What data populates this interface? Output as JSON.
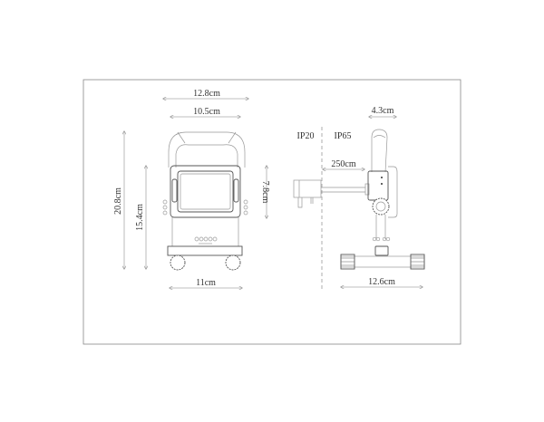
{
  "front_view": {
    "width_handle": "12.8cm",
    "width_body": "10.5cm",
    "height_total": "20.8cm",
    "height_body": "15.4cm",
    "height_panel": "7.8cm",
    "width_base": "11cm"
  },
  "side_view": {
    "zone_left": "IP20",
    "zone_right": "IP65",
    "depth": "4.3cm",
    "cable_length": "250cm",
    "base_width": "12.6cm"
  },
  "colors": {
    "line": "#555555",
    "dimension": "#aaaaaa",
    "frame": "#888888"
  }
}
